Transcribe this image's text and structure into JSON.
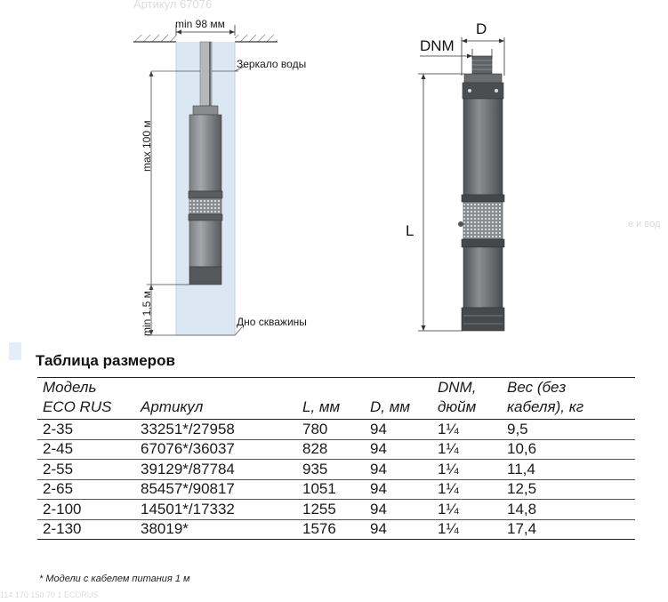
{
  "ghost_text": {
    "top": "Артикул 67076",
    "right": "е и вод",
    "bottom": "114 170 150 70 1 ECORUS"
  },
  "diagram_left": {
    "min_width_label": "min 98 мм",
    "water_mirror_label": "Зеркало воды",
    "max_depth_label": "max 100 м",
    "min_bottom_label": "min 1,5 м",
    "well_bottom_label": "Дно скважины"
  },
  "diagram_right": {
    "dnm_label": "DNM",
    "d_label": "D",
    "l_label": "L"
  },
  "colors": {
    "well_fill": "#dbe8f3",
    "pump_body": "#6f7275",
    "accent_sidebar": "#e3eef6"
  },
  "table": {
    "title": "Таблица размеров",
    "headers": {
      "model_line1": "Модель",
      "model_line2": "ECO RUS",
      "article": "Артикул",
      "length": "L, мм",
      "diameter": "D, мм",
      "dnm_line1": "DNM,",
      "dnm_line2": "дюйм",
      "weight_line1": "Вес (без",
      "weight_line2": "кабеля), кг"
    },
    "rows": [
      {
        "model": "2-35",
        "article": "33251*/27958",
        "length": "780",
        "diameter": "94",
        "dnm": "1¼",
        "weight": "9,5"
      },
      {
        "model": "2-45",
        "article": "67076*/36037",
        "length": "828",
        "diameter": "94",
        "dnm": "1¼",
        "weight": "10,6"
      },
      {
        "model": "2-55",
        "article": "39129*/87784",
        "length": "935",
        "diameter": "94",
        "dnm": "1¼",
        "weight": "11,4"
      },
      {
        "model": "2-65",
        "article": "85457*/90817",
        "length": "1051",
        "diameter": "94",
        "dnm": "1¼",
        "weight": "12,5"
      },
      {
        "model": "2-100",
        "article": "14501*/17332",
        "length": "1255",
        "diameter": "94",
        "dnm": "1¼",
        "weight": "14,8"
      },
      {
        "model": "2-130",
        "article": "38019*",
        "length": "1576",
        "diameter": "94",
        "dnm": "1¼",
        "weight": "17,4"
      }
    ],
    "footnote": "* Модели с кабелем питания 1 м"
  }
}
